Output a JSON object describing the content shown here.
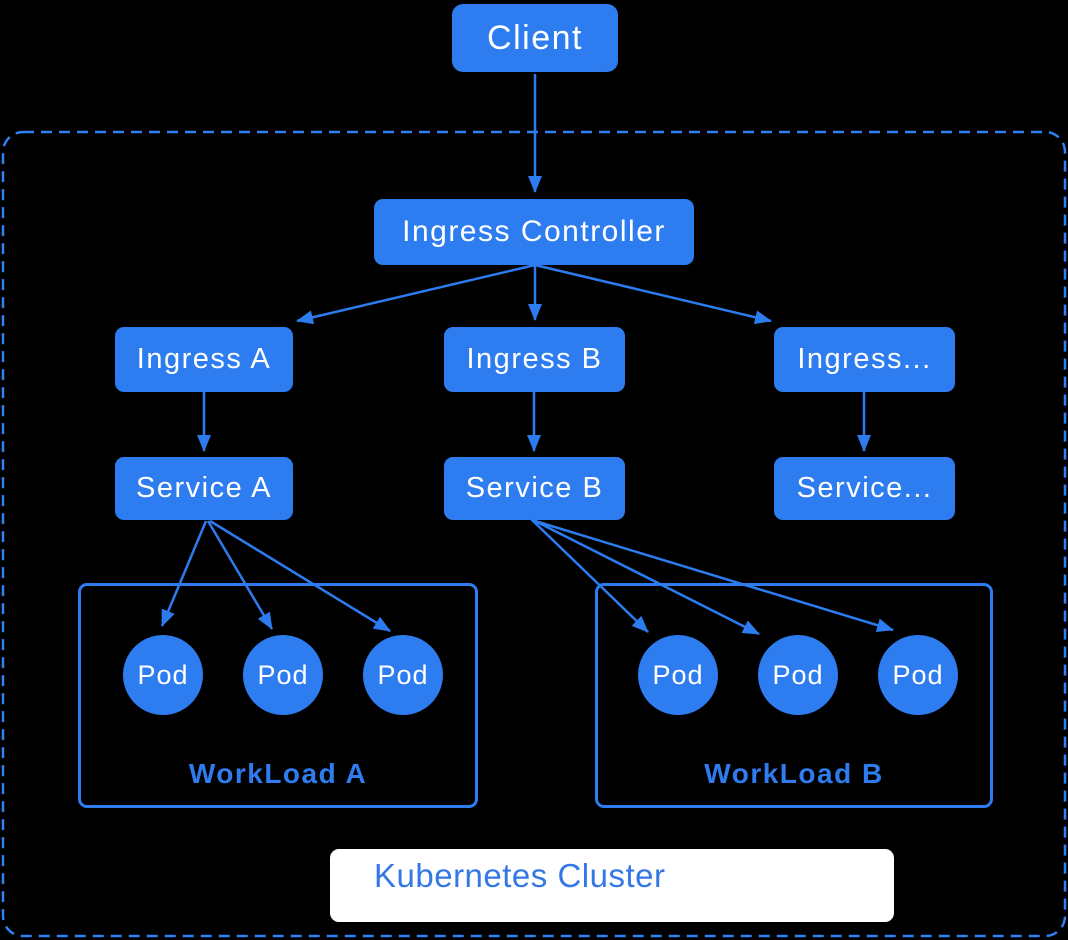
{
  "client": {
    "label": "Client"
  },
  "ingress_controller": {
    "label": "Ingress Controller"
  },
  "ingresses": [
    {
      "label": "Ingress A"
    },
    {
      "label": "Ingress B"
    },
    {
      "label": "Ingress..."
    }
  ],
  "services": [
    {
      "label": "Service A"
    },
    {
      "label": "Service B"
    },
    {
      "label": "Service..."
    }
  ],
  "workloads": [
    {
      "label": "WorkLoad A",
      "pods": [
        {
          "label": "Pod"
        },
        {
          "label": "Pod"
        },
        {
          "label": "Pod"
        }
      ]
    },
    {
      "label": "WorkLoad B",
      "pods": [
        {
          "label": "Pod"
        },
        {
          "label": "Pod"
        },
        {
          "label": "Pod"
        }
      ]
    }
  ],
  "cluster": {
    "label": "Kubernetes Cluster"
  },
  "colors": {
    "background": "#000000",
    "node_fill": "#2D7CF0",
    "node_text": "#FFFFFF",
    "arrow": "#2C7CF0",
    "cluster_dash_border": "#2F80F2",
    "workload_border": "#2F7CF0",
    "workload_label_text": "#2F7CF0",
    "cluster_title_text": "#3478E8",
    "cluster_title_bg": "#FFFFFF"
  }
}
